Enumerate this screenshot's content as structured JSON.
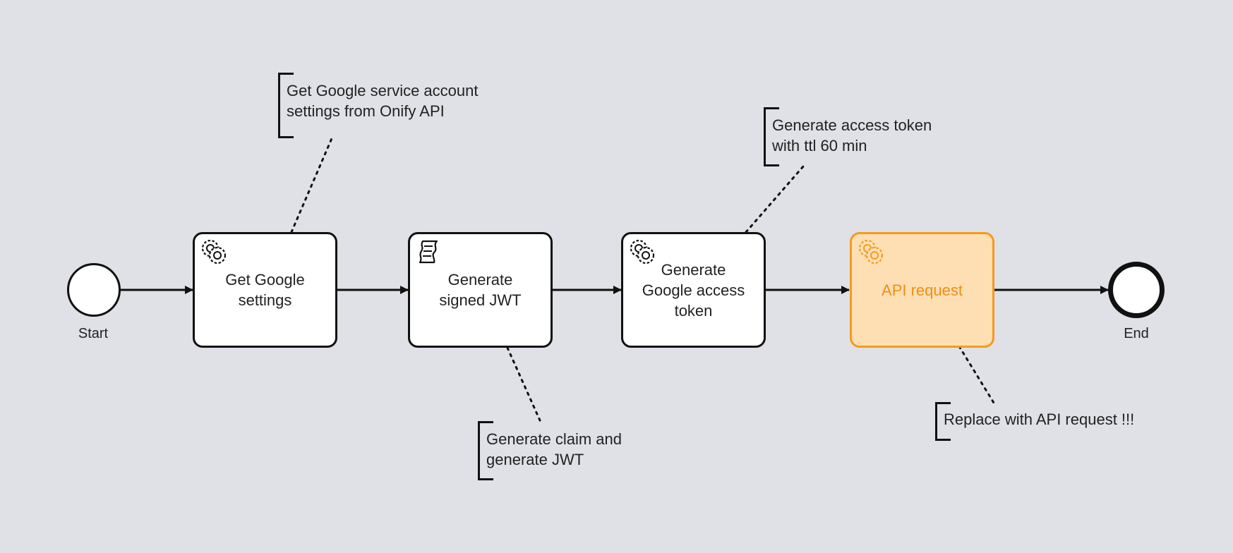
{
  "diagram": {
    "colors": {
      "background": "#dfe1e6",
      "highlight_fill": "#fddfb3",
      "highlight_stroke": "#f59a1d",
      "line": "#111111"
    },
    "start_event": {
      "label": "Start"
    },
    "end_event": {
      "label": "End"
    },
    "tasks": [
      {
        "line1": "Get Google",
        "line2": "settings",
        "line3": "",
        "icon": "service-task-gear-icon"
      },
      {
        "line1": "Generate",
        "line2": "signed JWT",
        "line3": "",
        "icon": "script-task-scroll-icon"
      },
      {
        "line1": "Generate",
        "line2": "Google access",
        "line3": "token",
        "icon": "service-task-gear-icon"
      },
      {
        "line1": "API request",
        "line2": "",
        "line3": "",
        "icon": "service-task-gear-icon",
        "highlighted": true
      }
    ],
    "annotations": [
      {
        "line1": "Get Google service account",
        "line2": "settings from Onify API"
      },
      {
        "line1": "Generate claim and",
        "line2": "generate JWT"
      },
      {
        "line1": "Generate access token",
        "line2": "with ttl 60 min"
      },
      {
        "line1": "Replace with API request !!!",
        "line2": ""
      }
    ]
  }
}
